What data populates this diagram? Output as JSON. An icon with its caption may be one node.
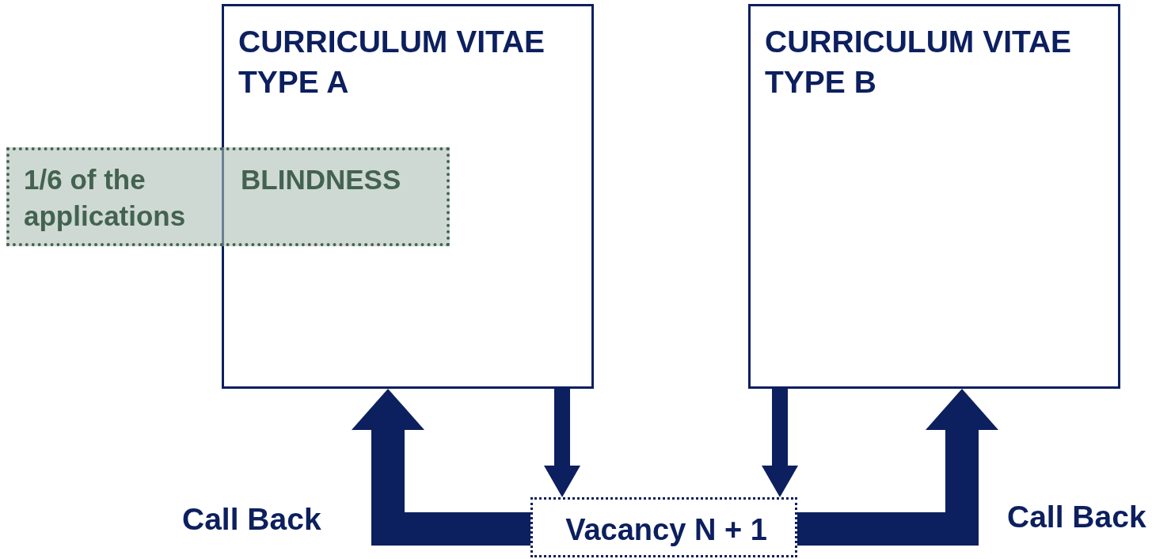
{
  "diagram": {
    "nodes": [
      {
        "text": [
          "CURRICULUM VITAE TYPE A"
        ]
      },
      {
        "text": [
          "CURRICULUM VITAE TYPE B"
        ]
      },
      {
        "text": [
          "1/6 of the applications",
          "BLINDNESS"
        ]
      },
      {
        "text": [
          "Vacancy N + 1"
        ]
      }
    ],
    "edges": [
      {
        "from": 0,
        "to": 3,
        "arrow": "to"
      },
      {
        "from": 1,
        "to": 3,
        "arrow": "to"
      },
      {
        "from": 3,
        "to": 0,
        "arrow": "to",
        "label": "Call Back",
        "style": "thick"
      },
      {
        "from": 3,
        "to": 1,
        "arrow": "to",
        "label": "Call Back",
        "style": "thick"
      }
    ]
  }
}
